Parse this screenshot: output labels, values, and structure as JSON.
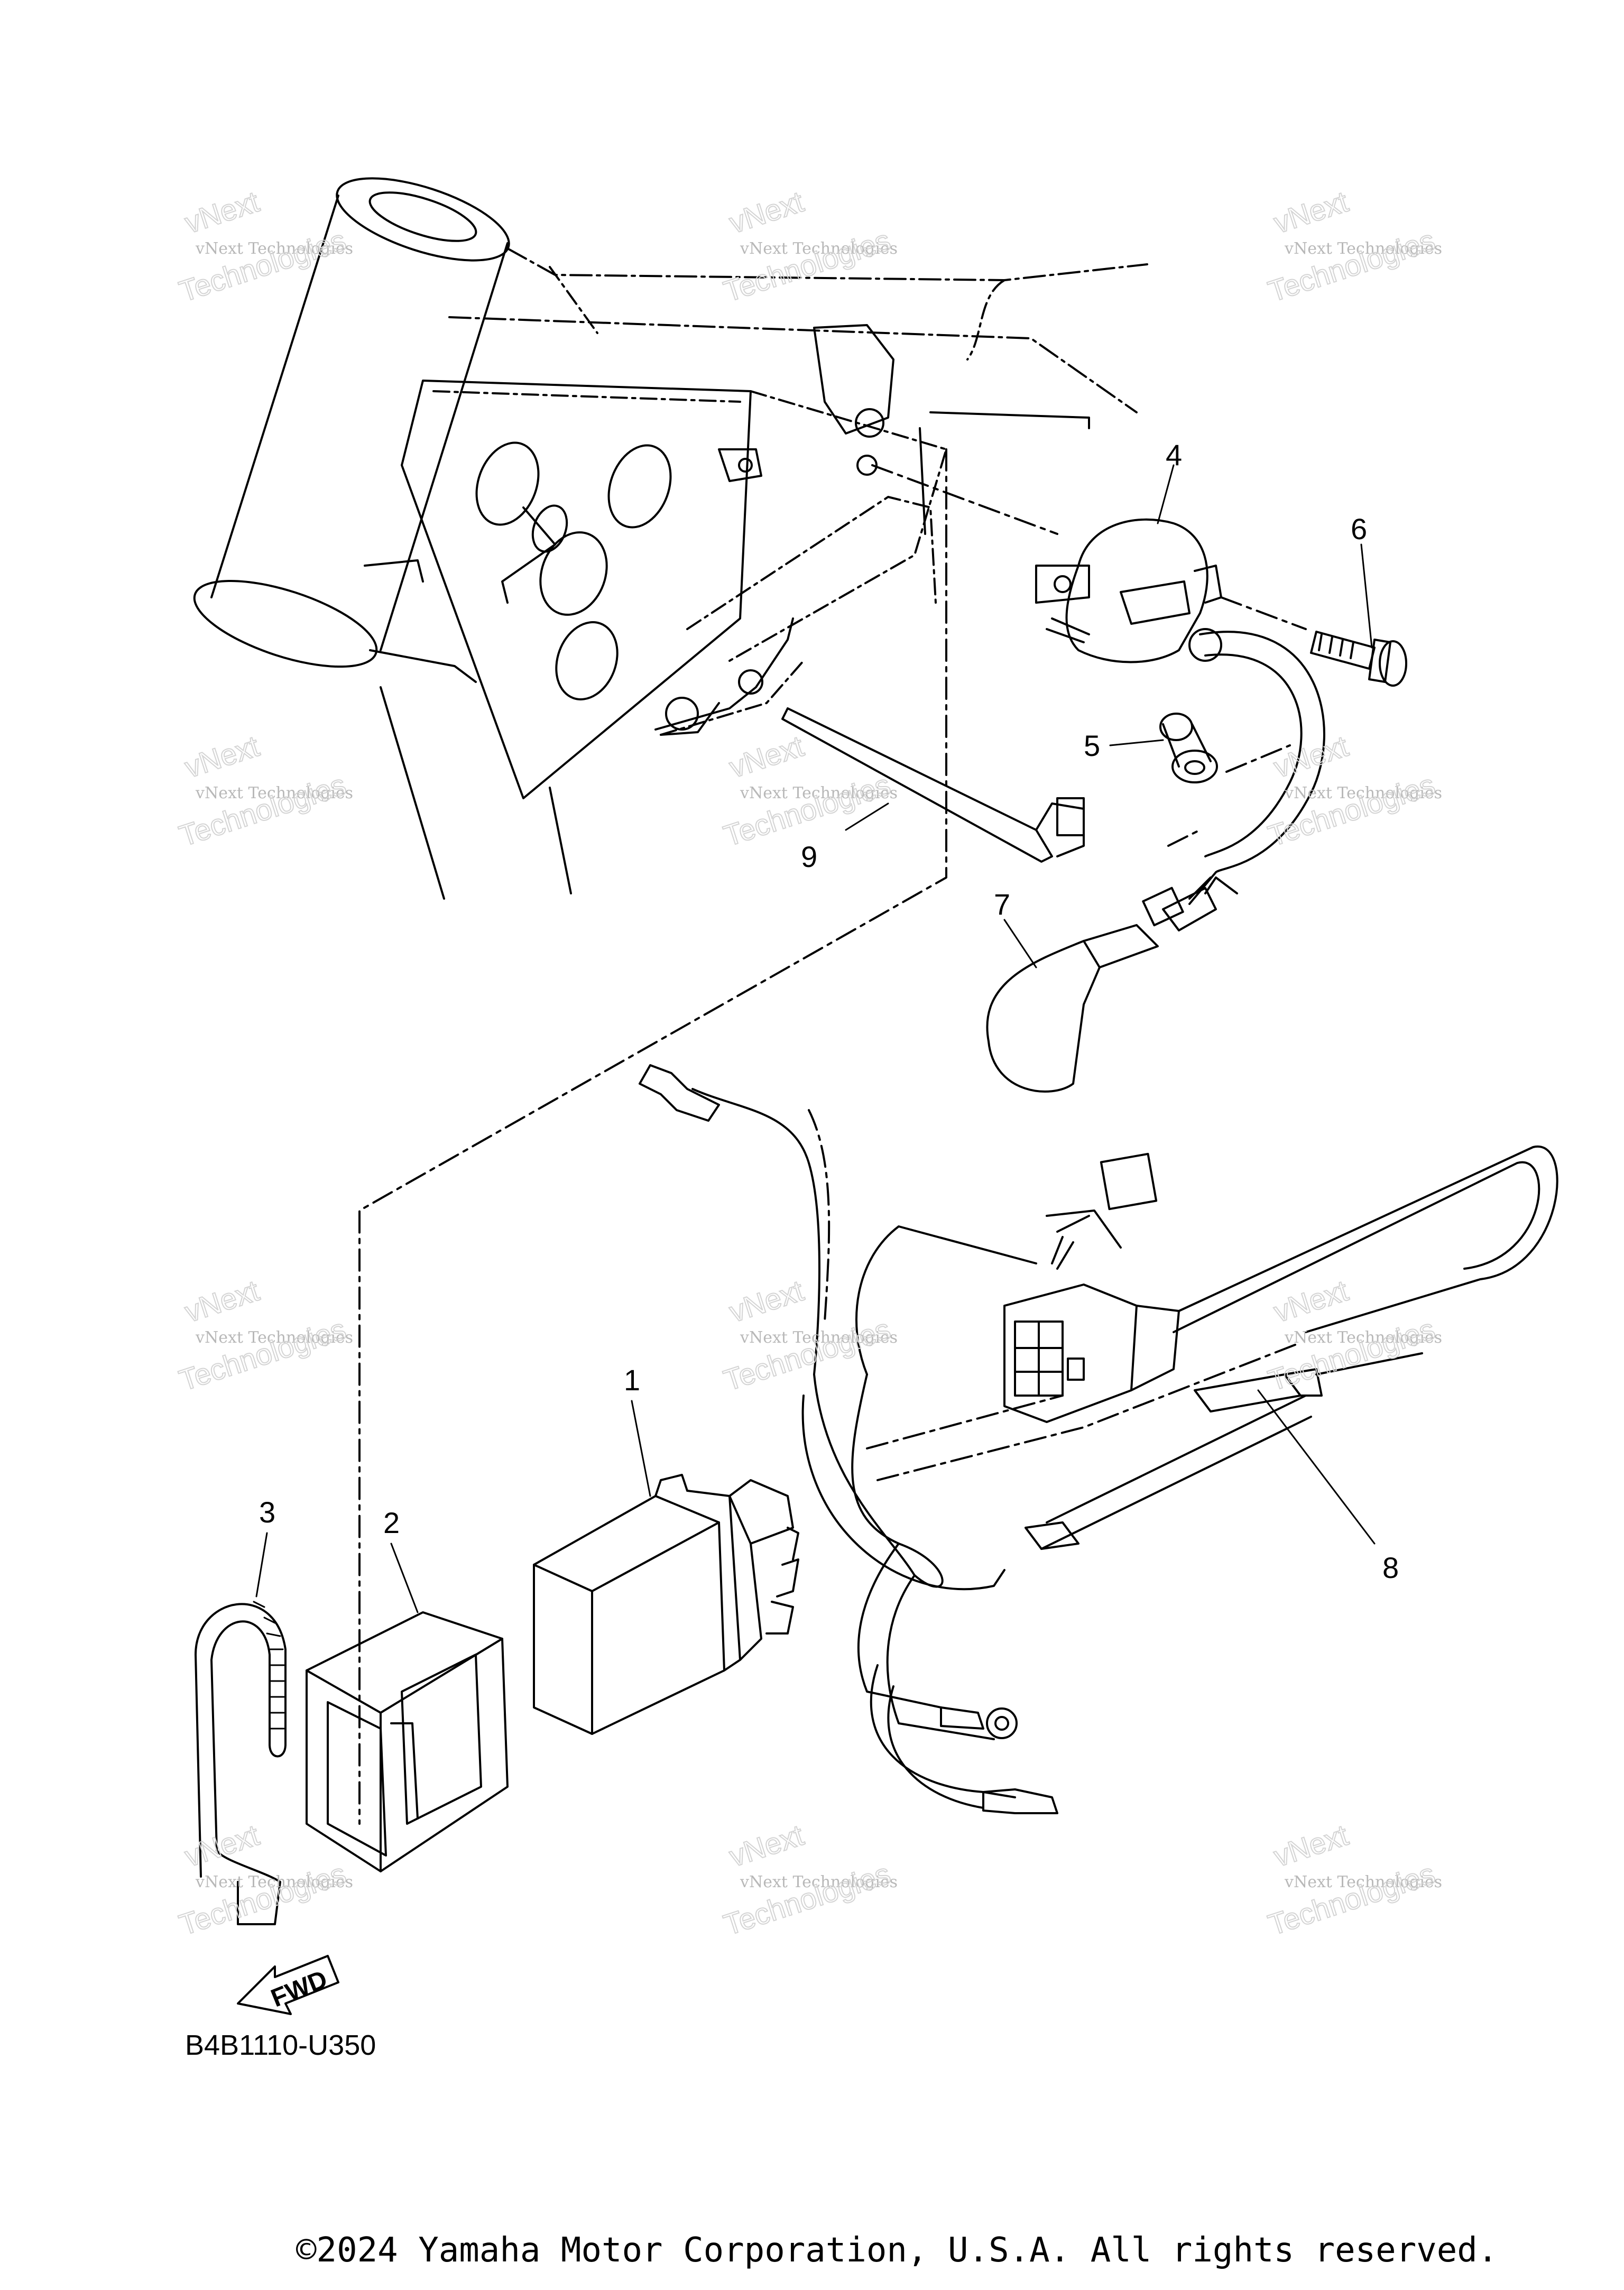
{
  "parts": [
    {
      "number": "1"
    },
    {
      "number": "2"
    },
    {
      "number": "3"
    },
    {
      "number": "4"
    },
    {
      "number": "5"
    },
    {
      "number": "6"
    },
    {
      "number": "7"
    },
    {
      "number": "8"
    },
    {
      "number": "9"
    }
  ],
  "direction_marker": "FWD",
  "diagram_code": "B4B1110-U350",
  "copyright": "©2024 Yamaha Motor Corporation, U.S.A. All rights reserved.",
  "watermark": {
    "line1": "vNext Technologies",
    "line2": "vNext",
    "line3": "Technologies"
  },
  "colors": {
    "line": "#000000",
    "watermark": "#b8b8b8"
  }
}
